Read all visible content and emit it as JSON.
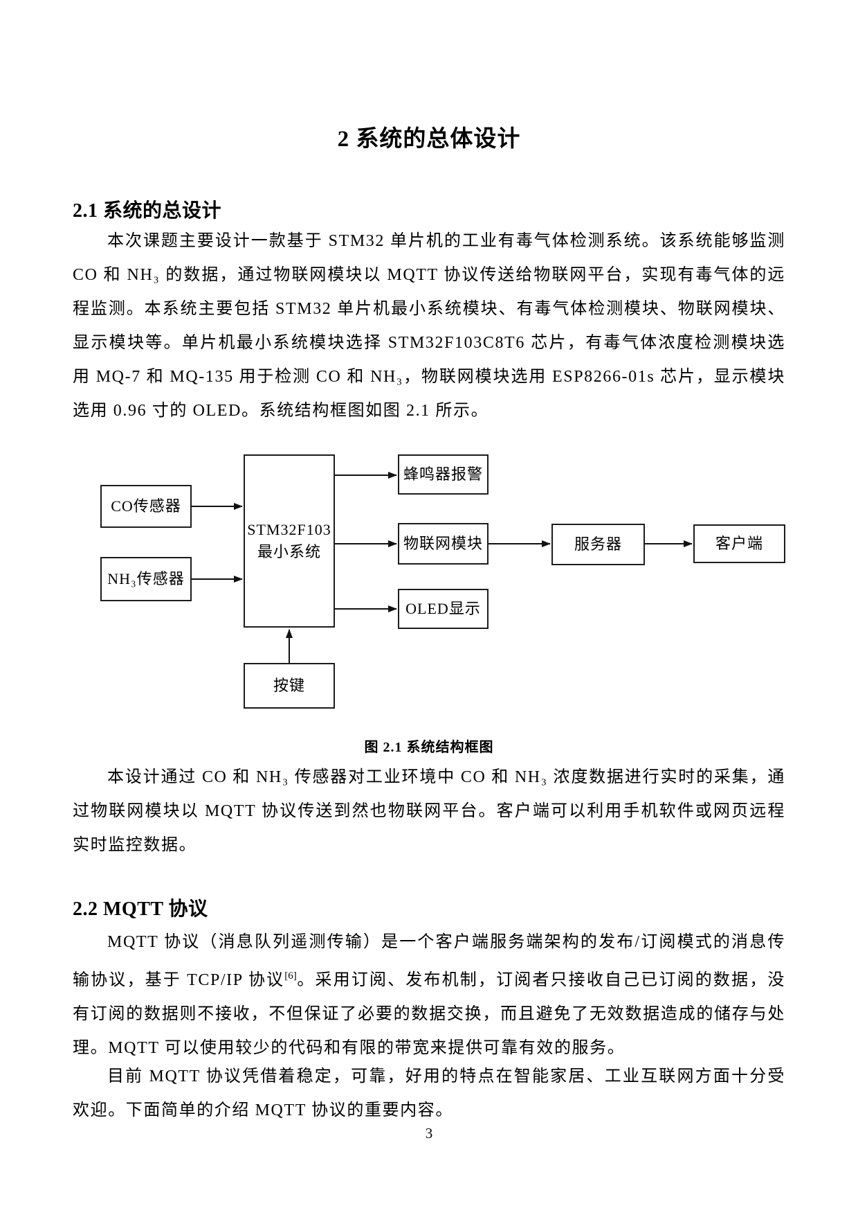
{
  "page": {
    "number": "3",
    "paper_color": "#ffffff",
    "ink_color": "#000000"
  },
  "title": "2  系统的总体设计",
  "section_21": {
    "heading": "2.1  系统的总设计",
    "paragraph_1": "本次课题主要设计一款基于 STM32 单片机的工业有毒气体检测系统。该系统能够监测 CO 和 NH₃ 的数据，通过物联网模块以 MQTT 协议传送给物联网平台，实现有毒气体的远程监测。本系统主要包括 STM32 单片机最小系统模块、有毒气体检测模块、物联网模块、显示模块等。单片机最小系统模块选择 STM32F103C8T6 芯片，有毒气体浓度检测模块选用 MQ-7 和 MQ-135 用于检测 CO 和 NH₃，物联网模块选用 ESP8266-01s 芯片，显示模块选用 0.96 寸的 OLED。系统结构框图如图 2.1 所示。",
    "paragraph_2": "本设计通过 CO 和 NH₃ 传感器对工业环境中 CO 和 NH₃ 浓度数据进行实时的采集，通过物联网模块以 MQTT 协议传送到然也物联网平台。客户端可以利用手机软件或网页远程实时监控数据。"
  },
  "figure": {
    "caption": "图 2.1  系统结构框图",
    "boxes": {
      "co_sensor": "CO传感器",
      "nh3_sensor": "NH₃传感器",
      "mcu_line1": "STM32F103",
      "mcu_line2": "最小系统",
      "buzzer": "蜂鸣器报警",
      "iot_module": "物联网模块",
      "oled": "OLED显示",
      "server": "服务器",
      "client": "客户端",
      "key": "按键"
    },
    "connections": [
      {
        "from": "CO传感器",
        "to": "STM32F103最小系统"
      },
      {
        "from": "NH₃传感器",
        "to": "STM32F103最小系统"
      },
      {
        "from": "STM32F103最小系统",
        "to": "蜂鸣器报警"
      },
      {
        "from": "STM32F103最小系统",
        "to": "物联网模块"
      },
      {
        "from": "STM32F103最小系统",
        "to": "OLED显示"
      },
      {
        "from": "物联网模块",
        "to": "服务器"
      },
      {
        "from": "服务器",
        "to": "客户端"
      },
      {
        "from": "按键",
        "to": "STM32F103最小系统"
      }
    ]
  },
  "section_22": {
    "heading": "2.2  MQTT 协议",
    "paragraph_3_pre": "MQTT 协议（消息队列遥测传输）是一个客户端服务端架构的发布/订阅模式的消息传输协议，基于 TCP/IP 协议",
    "paragraph_3_sup": "[6]",
    "paragraph_3_post": "。采用订阅、发布机制，订阅者只接收自己已订阅的数据，没有订阅的数据则不接收，不但保证了必要的数据交换，而且避免了无效数据造成的储存与处理。MQTT 可以使用较少的代码和有限的带宽来提供可靠有效的服务。",
    "paragraph_4": "目前 MQTT 协议凭借着稳定，可靠，好用的特点在智能家居、工业互联网方面十分受欢迎。下面简单的介绍 MQTT 协议的重要内容。"
  }
}
